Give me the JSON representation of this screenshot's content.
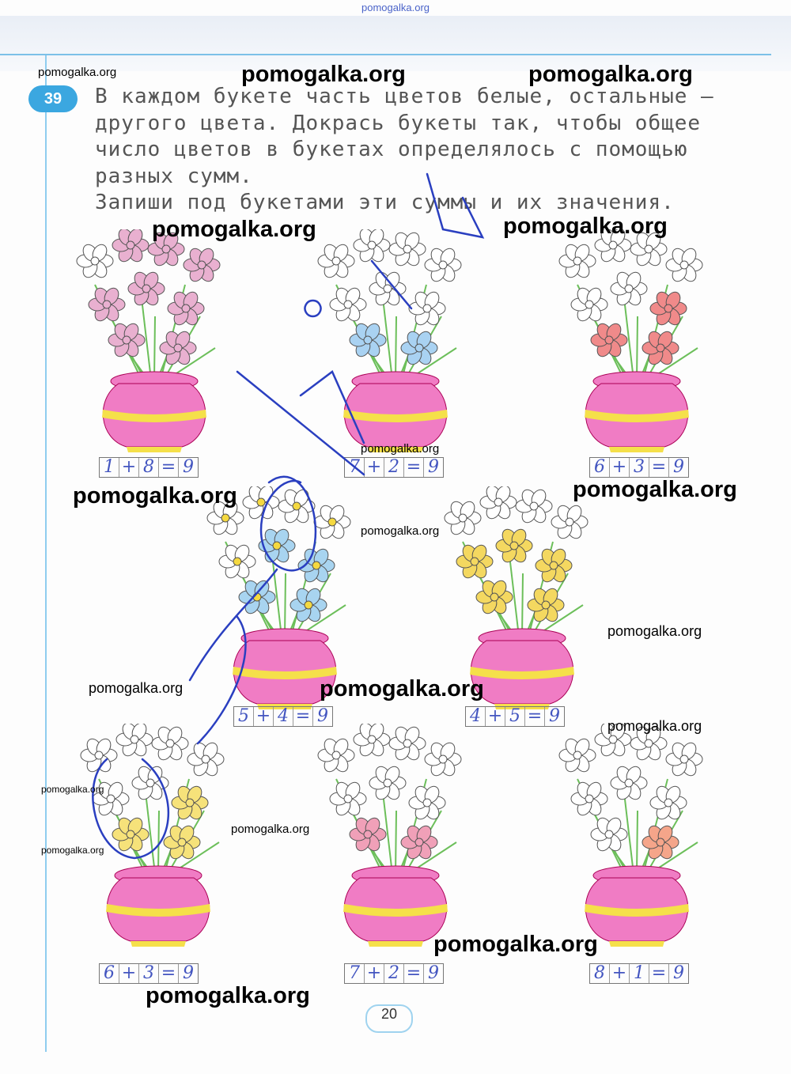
{
  "header_watermark": "pomogalka.org",
  "task": {
    "number": "39",
    "lines": [
      "В каждом букете часть цветов белые, остальные –",
      "другого цвета. Докрась букеты так, чтобы общее",
      "число цветов в букетах определялось с помощью",
      "разных сумм.",
      "Запиши под букетами эти суммы и их значения."
    ]
  },
  "bouquets": [
    {
      "equation": [
        "1",
        "+",
        "8",
        "=",
        "9"
      ],
      "flower_color": "#e9b0d0",
      "flower_type": "carnation"
    },
    {
      "equation": [
        "7",
        "+",
        "2",
        "=",
        "9"
      ],
      "flower_color": "#a9d2f2",
      "flower_type": "bellflower"
    },
    {
      "equation": [
        "6",
        "+",
        "3",
        "=",
        "9"
      ],
      "flower_color": "#f08a8a",
      "flower_type": "petunia"
    },
    {
      "equation": [
        "5",
        "+",
        "4",
        "=",
        "9"
      ],
      "flower_color": "#a8d4f0",
      "flower_type": "daisy"
    },
    {
      "equation": [
        "4",
        "+",
        "5",
        "=",
        "9"
      ],
      "flower_color": "#f4d860",
      "flower_type": "aster"
    },
    {
      "equation": [
        "6",
        "+",
        "3",
        "=",
        "9"
      ],
      "flower_color": "#f6e27a",
      "flower_type": "daffodil"
    },
    {
      "equation": [
        "7",
        "+",
        "2",
        "=",
        "9"
      ],
      "flower_color": "#f0a0b8",
      "flower_type": "tulip"
    },
    {
      "equation": [
        "8",
        "+",
        "1",
        "=",
        "9"
      ],
      "flower_color": "#f5a58a",
      "flower_type": "lily"
    }
  ],
  "watermarks": [
    "pomogalka.org",
    "pomogalka.org",
    "pomogalka.org",
    "pomogalka.org",
    "pomogalka.org",
    "pomogalka.org",
    "pomogalka.org",
    "pomogalka.org",
    "pomogalka.org",
    "pomogalka.org",
    "pomogalka.org",
    "pomogalka.org",
    "pomogalka.org",
    "pomogalka.org",
    "pomogalka.org",
    "pomogalka.org",
    "pomogalka.org",
    "pomogalka.org",
    "pomogalka.org"
  ],
  "page_number": "20",
  "colors": {
    "vase": "#f07cc4",
    "vase_stripe": "#f5e04a",
    "accent": "#3ba7e0",
    "ink": "#2a3fc0"
  }
}
